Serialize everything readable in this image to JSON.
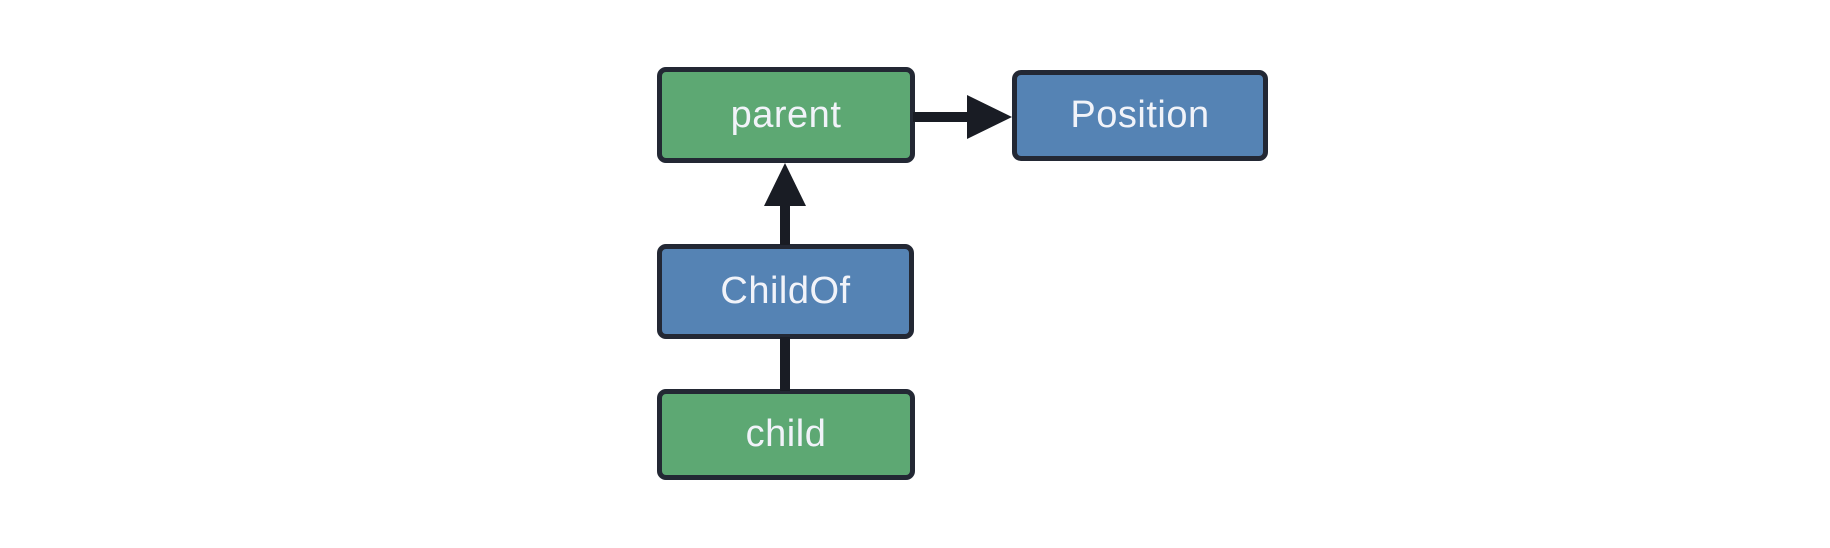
{
  "diagram": {
    "colors": {
      "background": "#ffffff",
      "entity_fill": "#5da873",
      "component_fill": "#5583b4",
      "border": "#232834",
      "connector": "#191c24",
      "text": "#f1f3f9"
    },
    "nodes": [
      {
        "id": "parent",
        "label": "parent",
        "kind": "entity",
        "fill_color": "#5da873"
      },
      {
        "id": "Position",
        "label": "Position",
        "kind": "component",
        "fill_color": "#5583b4"
      },
      {
        "id": "ChildOf",
        "label": "ChildOf",
        "kind": "relationship",
        "fill_color": "#5583b4"
      },
      {
        "id": "child",
        "label": "child",
        "kind": "entity",
        "fill_color": "#5da873"
      }
    ],
    "edges": [
      {
        "from": "parent",
        "to": "Position",
        "style": "arrow-right"
      },
      {
        "from": "ChildOf",
        "to": "parent",
        "style": "arrow-up"
      },
      {
        "from": "child",
        "to": "ChildOf",
        "style": "plain-line"
      }
    ]
  }
}
